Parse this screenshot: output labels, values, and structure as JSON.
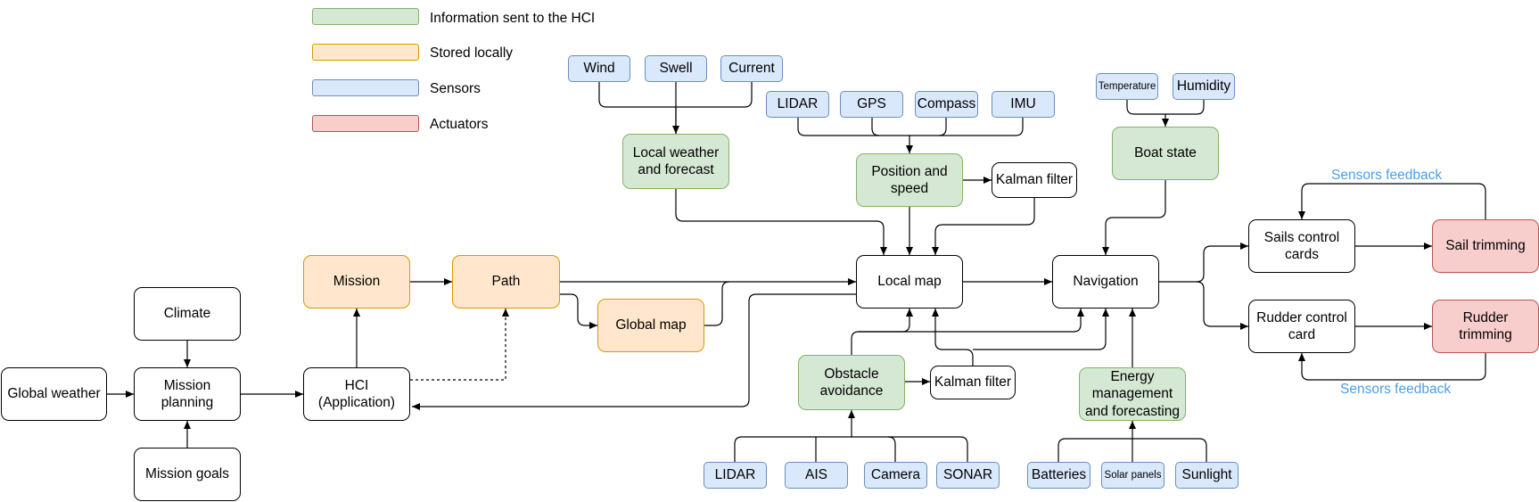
{
  "legend": [
    {
      "label": "Information sent to the HCI",
      "fill": "#d5e8d4",
      "stroke": "#82b366"
    },
    {
      "label": "Stored locally",
      "fill": "#ffe6cc",
      "stroke": "#d79b00"
    },
    {
      "label": "Sensors",
      "fill": "#dae8fc",
      "stroke": "#6c8ebf"
    },
    {
      "label": "Actuators",
      "fill": "#f8cecc",
      "stroke": "#b85450"
    }
  ],
  "nodes": {
    "global_weather": "Global weather",
    "climate": "Climate",
    "mission_planning": "Mission\nplanning",
    "mission_goals": "Mission goals",
    "hci": "HCI\n(Application)",
    "mission": "Mission",
    "path": "Path",
    "global_map": "Global map",
    "wind": "Wind",
    "swell": "Swell",
    "current": "Current",
    "local_weather": "Local weather\nand forecast",
    "lidar_top": "LIDAR",
    "gps": "GPS",
    "compass": "Compass",
    "imu": "IMU",
    "position_speed": "Position and\nspeed",
    "kalman_top": "Kalman filter",
    "local_map": "Local map",
    "obstacle_avoidance": "Obstacle\navoidance",
    "kalman_bottom": "Kalman filter",
    "lidar_bottom": "LIDAR",
    "ais": "AIS",
    "camera": "Camera",
    "sonar": "SONAR",
    "temperature": "Temperature",
    "humidity": "Humidity",
    "boat_state": "Boat state",
    "navigation": "Navigation",
    "energy": "Energy\nmanagement\nand forecasting",
    "batteries": "Batteries",
    "solar_panels": "Solar panels",
    "sunlight": "Sunlight",
    "sails_control": "Sails control\ncards",
    "rudder_control": "Rudder control\ncard",
    "sail_trimming": "Sail trimming",
    "rudder_trimming": "Rudder\ntrimming"
  },
  "feedback_labels": {
    "top": "Sensors feedback",
    "bottom": "Sensors feedback"
  }
}
